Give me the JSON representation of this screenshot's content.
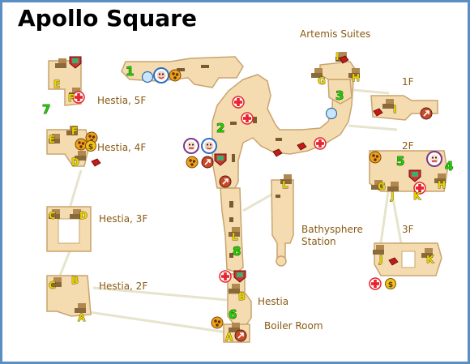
{
  "title": "Apollo Square",
  "area_labels": {
    "artemis_suites": "Artemis Suites",
    "hestia_5f": "Hestia, 5F",
    "hestia_4f": "Hestia, 4F",
    "hestia_3f": "Hestia, 3F",
    "hestia_2f": "Hestia, 2F",
    "floor_1f": "1F",
    "floor_2f": "2F",
    "floor_3f": "3F",
    "bathysphere": "Bathysphere",
    "station": "Station",
    "hestia": "Hestia",
    "boiler_room": "Boiler Room"
  },
  "numbers": [
    "1",
    "2",
    "3",
    "4",
    "5",
    "6",
    "7",
    "8"
  ],
  "letters": {
    "A": "A",
    "B": "B",
    "C": "C",
    "D": "D",
    "E": "E",
    "F": "F",
    "G": "G",
    "H": "H",
    "I": "I",
    "J": "J",
    "K": "K",
    "L": "L"
  },
  "colors": {
    "floor": "#f5dcb0",
    "floor_edge": "#c9a46e",
    "wall": "#7a5a2e",
    "border": "#5b8fc4",
    "number": "#22cc00",
    "letter": "#e8d400",
    "health": "#e8242c",
    "connector": "#e8e8d8"
  },
  "legend_icons": [
    "health-kit-icon",
    "vending-machine-icon",
    "security-camera-icon",
    "gatherer-garden-icon",
    "power-to-the-people-icon",
    "circus-of-values-icon",
    "turret-icon",
    "money-icon",
    "audio-diary-icon"
  ]
}
